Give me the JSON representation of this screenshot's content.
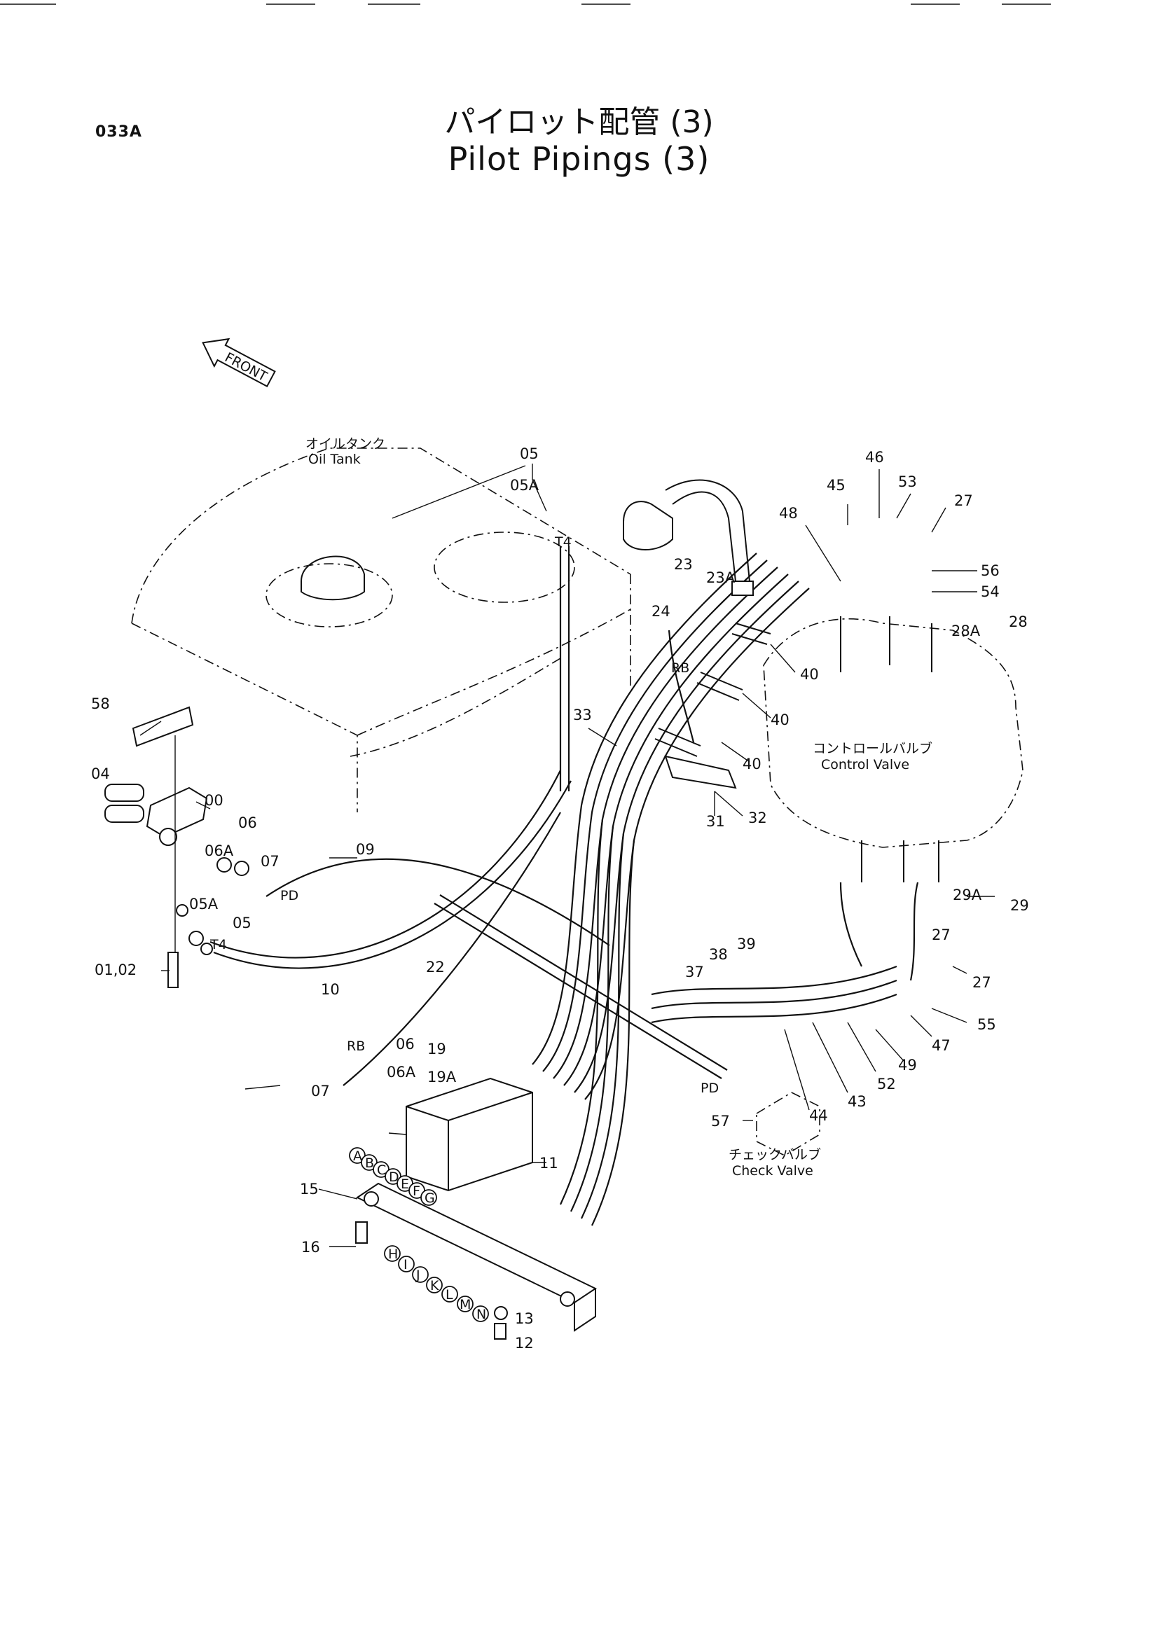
{
  "header": {
    "page_code": "033A",
    "title_ja": "パイロット配管 (3)",
    "title_en": "Pilot Pipings (3)"
  },
  "components": {
    "oil_tank_ja": "オイルタンク",
    "oil_tank_en": "Oil Tank",
    "control_valve_ja": "コントロールバルブ",
    "control_valve_en": "Control Valve",
    "check_valve_ja": "チェックバルブ",
    "check_valve_en": "Check Valve",
    "front_arrow": "FRONT"
  },
  "port_markings": [
    "T4",
    "RB",
    "PD",
    "T4",
    "RB",
    "PD"
  ],
  "callouts": [
    "05",
    "05A",
    "23",
    "23A",
    "24",
    "45",
    "46",
    "53",
    "48",
    "27",
    "56",
    "54",
    "28",
    "28A",
    "40",
    "40",
    "40",
    "33",
    "32",
    "31",
    "58",
    "04",
    "00",
    "06",
    "06A",
    "07",
    "09",
    "05A",
    "05",
    "01,02",
    "10",
    "22",
    "29A",
    "29",
    "27",
    "27",
    "55",
    "47",
    "49",
    "52",
    "43",
    "44",
    "38",
    "39",
    "37",
    "06",
    "06A",
    "07",
    "19",
    "19A",
    "11",
    "57",
    "15",
    "16",
    "13",
    "12"
  ],
  "block_ports_top": [
    "A",
    "B",
    "C",
    "D",
    "E",
    "F",
    "G"
  ],
  "block_ports_bottom": [
    "H",
    "I",
    "J",
    "K",
    "L",
    "M",
    "N"
  ]
}
